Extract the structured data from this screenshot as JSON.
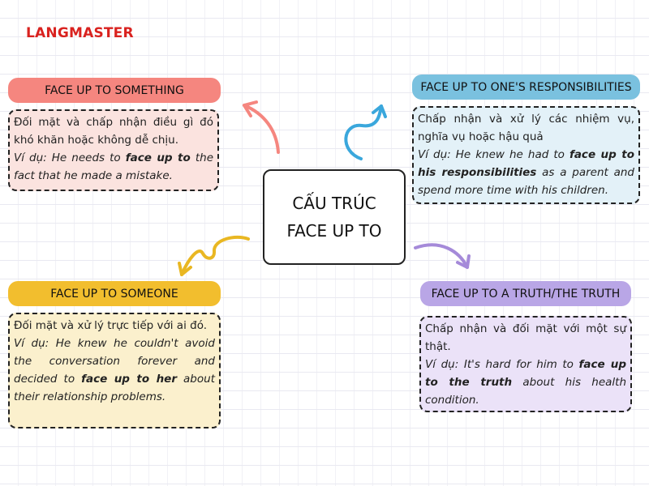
{
  "logo": "LANGMASTER",
  "center": {
    "line1": "CẤU TRÚC",
    "line2": "FACE UP TO"
  },
  "colors": {
    "red": "#f5867f",
    "red_bg": "#fbe3df",
    "blue": "#7ac1df",
    "blue_bg": "#e3f1f8",
    "yellow": "#f2be2e",
    "yellow_bg": "#fbf0cd",
    "purple": "#b9a6e6",
    "purple_bg": "#ebe2f8"
  },
  "nodes": {
    "something": {
      "title": "FACE UP TO SOMETHING",
      "definition": "Đối mặt và chấp nhận điều gì đó khó khăn hoặc không dễ chịu.",
      "example_pre": "Ví dụ: He needs to ",
      "example_bold": "face up to",
      "example_post": " the fact that he made a mistake."
    },
    "responsibilities": {
      "title": "FACE UP TO ONE'S RESPONSIBILITIES",
      "definition": "Chấp nhận và xử lý các nhiệm vụ, nghĩa vụ hoặc hậu quả",
      "example_pre": "Ví dụ: He knew he had to ",
      "example_bold": "face up to his responsibilities",
      "example_post": " as a parent and spend more time with his children."
    },
    "someone": {
      "title": "FACE UP TO SOMEONE",
      "definition": "Đối mặt và xử lý trực tiếp với ai đó.",
      "example_pre": "Ví dụ: He knew he couldn't avoid the conversation forever and decided to ",
      "example_bold": "face up to her",
      "example_post": " about their relationship problems."
    },
    "truth": {
      "title": "FACE UP TO A TRUTH/THE TRUTH",
      "definition": "Chấp nhận và đối mặt với một sự thật.",
      "example_pre": "Ví dụ: It's hard for him to ",
      "example_bold": "face up to the truth",
      "example_post": " about his health condition."
    }
  }
}
